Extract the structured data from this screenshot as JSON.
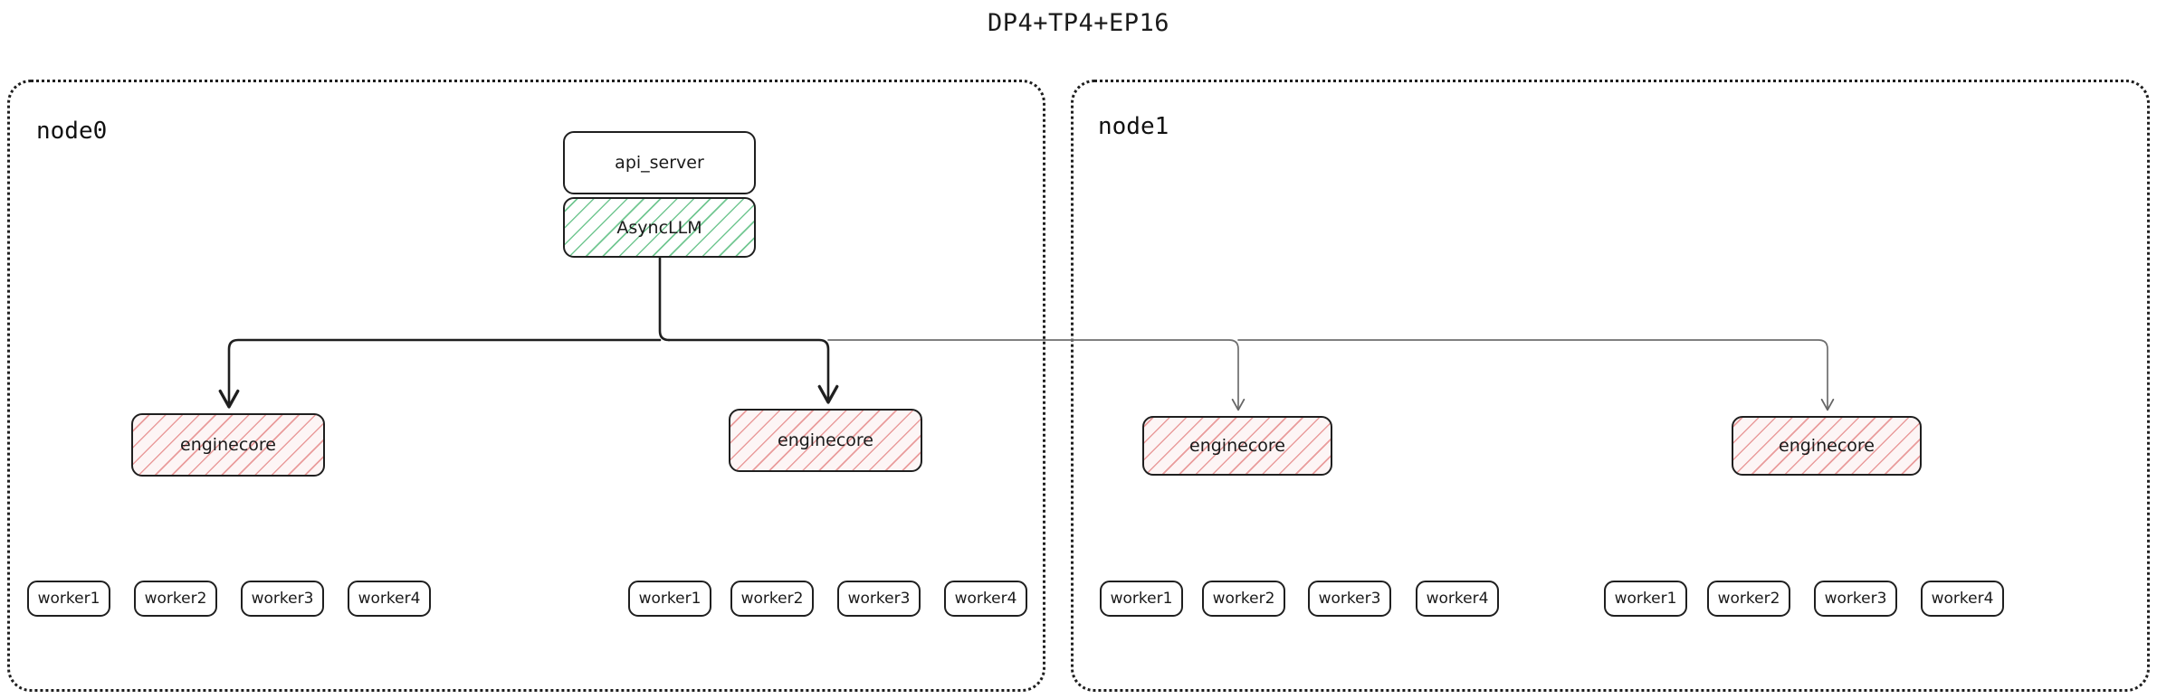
{
  "title": "DP4+TP4+EP16",
  "colors": {
    "stroke_dark": "#1f1f1f",
    "stroke_gray": "#707070",
    "hatch_green": "#6ac48c",
    "hatch_pink": "#e68c8c",
    "background": "#ffffff"
  },
  "nodes": [
    {
      "id": "node0",
      "label": "node0",
      "blocks": [
        {
          "id": "api_server",
          "label": "api_server",
          "style": "plain"
        },
        {
          "id": "async_llm",
          "label": "AsyncLLM",
          "style": "hatch-green"
        }
      ],
      "enginecores": [
        {
          "id": "node0-enginecore-0",
          "label": "enginecore",
          "style": "hatch-pink"
        },
        {
          "id": "node0-enginecore-1",
          "label": "enginecore",
          "style": "hatch-pink"
        }
      ],
      "worker_groups": [
        {
          "id": "node0-workers-0",
          "workers": [
            "worker1",
            "worker2",
            "worker3",
            "worker4"
          ]
        },
        {
          "id": "node0-workers-1",
          "workers": [
            "worker1",
            "worker2",
            "worker3",
            "worker4"
          ]
        }
      ]
    },
    {
      "id": "node1",
      "label": "node1",
      "blocks": [],
      "enginecores": [
        {
          "id": "node1-enginecore-0",
          "label": "enginecore",
          "style": "hatch-pink"
        },
        {
          "id": "node1-enginecore-1",
          "label": "enginecore",
          "style": "hatch-pink"
        }
      ],
      "worker_groups": [
        {
          "id": "node1-workers-0",
          "workers": [
            "worker1",
            "worker2",
            "worker3",
            "worker4"
          ]
        },
        {
          "id": "node1-workers-1",
          "workers": [
            "worker1",
            "worker2",
            "worker3",
            "worker4"
          ]
        }
      ]
    }
  ],
  "edges": [
    {
      "id": "edge-asyncllm-to-node0-enginecore-0",
      "from": "async_llm",
      "to": "node0-enginecore-0",
      "emphasis": "dark"
    },
    {
      "id": "edge-asyncllm-to-node0-enginecore-1",
      "from": "async_llm",
      "to": "node0-enginecore-1",
      "emphasis": "dark"
    },
    {
      "id": "edge-asyncllm-to-node1-enginecore-0",
      "from": "async_llm",
      "to": "node1-enginecore-0",
      "emphasis": "gray"
    },
    {
      "id": "edge-asyncllm-to-node1-enginecore-1",
      "from": "async_llm",
      "to": "node1-enginecore-1",
      "emphasis": "gray"
    }
  ]
}
